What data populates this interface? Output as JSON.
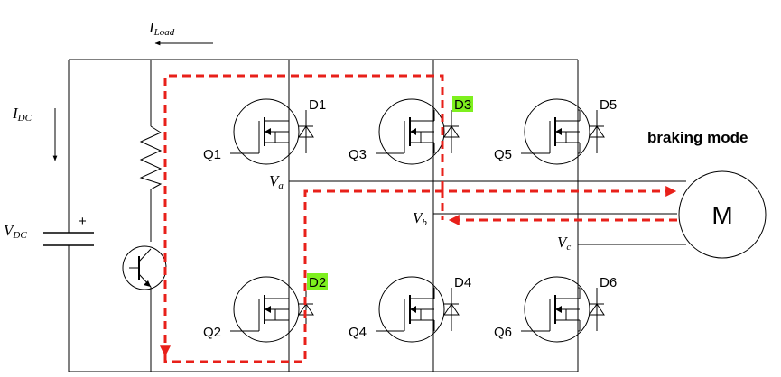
{
  "mode_label": "braking mode",
  "motor_label": "M",
  "current_load": {
    "main": "I",
    "sub": "Load"
  },
  "current_dc": {
    "main": "I",
    "sub": "DC"
  },
  "voltage_dc": {
    "main": "V",
    "sub": "DC"
  },
  "capacitor_polarity": "+",
  "phase_a": {
    "main": "V",
    "sub": "a"
  },
  "phase_b": {
    "main": "V",
    "sub": "b"
  },
  "phase_c": {
    "main": "V",
    "sub": "c"
  },
  "switches": [
    {
      "transistor": "Q1",
      "diode": "D1"
    },
    {
      "transistor": "Q3",
      "diode": "D3"
    },
    {
      "transistor": "Q5",
      "diode": "D5"
    },
    {
      "transistor": "Q2",
      "diode": "D2"
    },
    {
      "transistor": "Q4",
      "diode": "D4"
    },
    {
      "transistor": "Q6",
      "diode": "D6"
    }
  ],
  "highlighted_diodes": [
    "D3",
    "D2"
  ],
  "colors": {
    "current_path": "#e8201a",
    "diode_highlight": "#7ef01e",
    "wire": "#000000"
  }
}
